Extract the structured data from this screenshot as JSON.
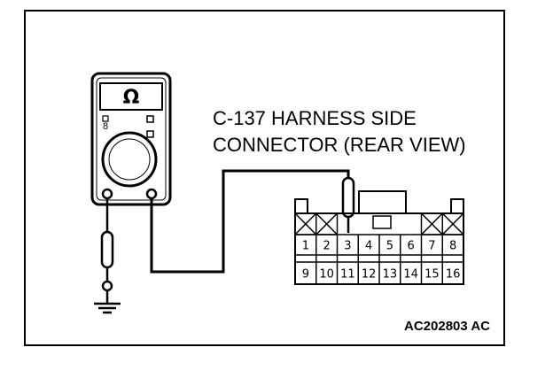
{
  "meter": {
    "display_symbol": "Ω"
  },
  "connector": {
    "title_line1": "C-137 HARNESS SIDE",
    "title_line2": "CONNECTOR (REAR VIEW)",
    "top_row": [
      "1",
      "2",
      "3",
      "4",
      "5",
      "6",
      "7",
      "8"
    ],
    "bottom_row": [
      "9",
      "10",
      "11",
      "12",
      "13",
      "14",
      "15",
      "16"
    ]
  },
  "figure_code": "AC202803 AC"
}
